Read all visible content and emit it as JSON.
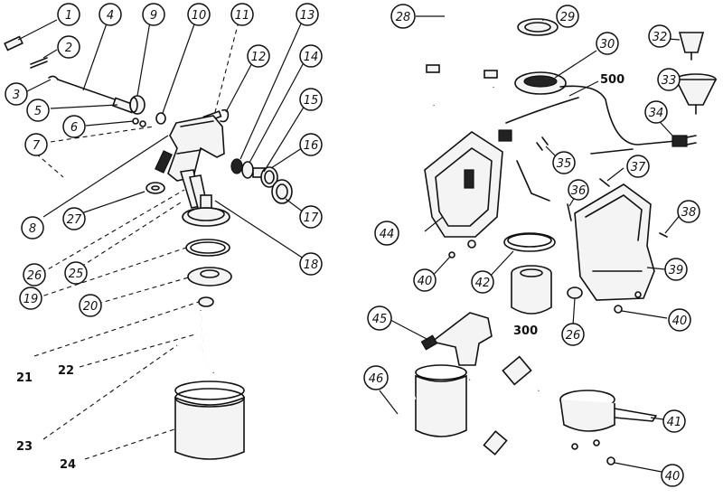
{
  "diagram": {
    "background": "#ffffff",
    "ink": "#111111",
    "left_callouts": [
      "1",
      "2",
      "3",
      "4",
      "5",
      "6",
      "7",
      "8",
      "9",
      "10",
      "11",
      "12",
      "13",
      "14",
      "15",
      "16",
      "17",
      "18",
      "19",
      "20",
      "25",
      "26",
      "27"
    ],
    "left_plain_labels": [
      "21",
      "22",
      "23",
      "24"
    ],
    "right_callouts": [
      "28",
      "29",
      "30",
      "32",
      "33",
      "34",
      "35",
      "36",
      "37",
      "38",
      "39",
      "40",
      "40",
      "40",
      "40",
      "41",
      "42",
      "44",
      "45",
      "46",
      "26"
    ],
    "right_plain_labels": [
      "500",
      "300"
    ]
  }
}
